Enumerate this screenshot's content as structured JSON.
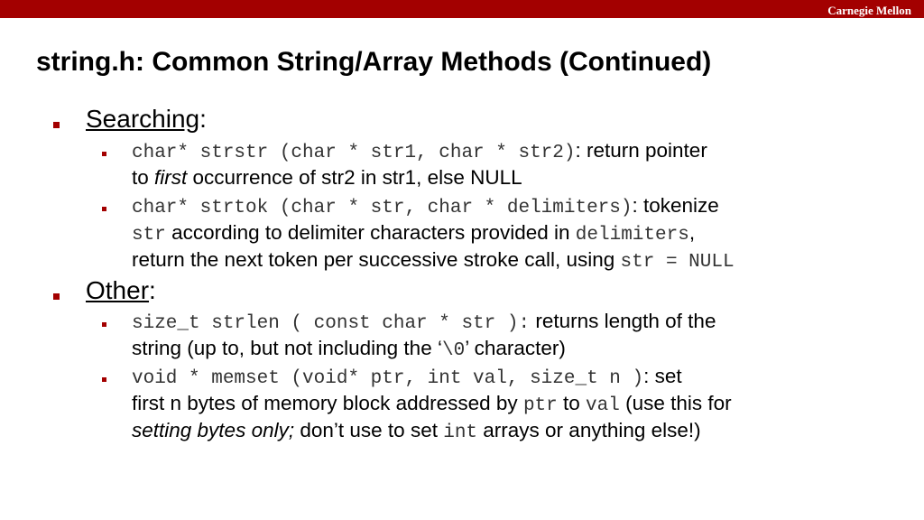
{
  "header": {
    "brand": "Carnegie Mellon"
  },
  "title": "string.h: Common String/Array Methods (Continued)",
  "sections": [
    {
      "heading": "Searching",
      "colon": ":",
      "items": [
        {
          "code": "char* strstr (char * str1, char * str2)",
          "line1_text": ": return pointer",
          "line2_pre": "to ",
          "line2_em": "first",
          "line2_post": " occurrence of str2 in str1, else NULL"
        },
        {
          "code": "char* strtok (char * str, char * delimiters)",
          "line1_text": ": tokenize",
          "line2_code1": "str",
          "line2_text": " according to delimiter characters provided in ",
          "line2_code2": "delimiters",
          "line2_comma": ",",
          "line3_text": "return the next token per successive stroke call, using ",
          "line3_code": "str = NULL"
        }
      ]
    },
    {
      "heading": "Other",
      "colon": ":",
      "items": [
        {
          "code": "size_t strlen ( const char * str ):",
          "line1_text": " returns length of the",
          "line2_pre": "string (up to, but not including the ‘",
          "line2_code": "\\0",
          "line2_post": "’ character)"
        },
        {
          "code": "void * memset (void* ptr, int val, size_t n )",
          "line1_text": ": set",
          "line2_pre": "first n bytes of memory block addressed by ",
          "line2_code1": "ptr",
          "line2_mid": " to ",
          "line2_code2": "val",
          "line2_post": " (use this for",
          "line3_em": "setting bytes only;",
          "line3_pre": " don’t use to set ",
          "line3_code": "int",
          "line3_post": " arrays or anything else!)"
        }
      ]
    }
  ],
  "colors": {
    "accent": "#a30000",
    "text": "#000000",
    "code": "#333333"
  }
}
